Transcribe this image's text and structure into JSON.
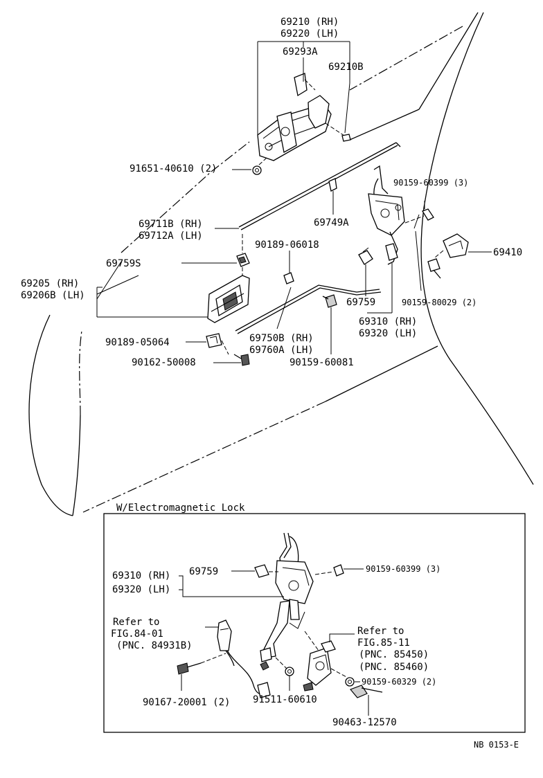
{
  "labels": {
    "p69210": "69210 (RH)",
    "p69220": "69220 (LH)",
    "p69293A": "69293A",
    "p69210B": "69210B",
    "p91651": "91651-40610 (2)",
    "p90159_60399": "90159-60399 (3)",
    "p69711B": "69711B (RH)",
    "p69712A": "69712A (LH)",
    "p69749A": "69749A",
    "p69410": "69410",
    "p90189_06018": "90189-06018",
    "p69759S": "69759S",
    "p69205": "69205  (RH)",
    "p69206B": "69206B (LH)",
    "p69759": "69759",
    "p90159_80029": "90159-80029 (2)",
    "p69310": "69310 (RH)",
    "p69320": "69320 (LH)",
    "p69750B": "69750B (RH)",
    "p69760A": "69760A (LH)",
    "p90189_05064": "90189-05064",
    "p90162_50008": "90162-50008",
    "p90159_60081": "90159-60081"
  },
  "inset": {
    "title": "W/Electromagnetic Lock",
    "p69759": "69759",
    "p90159_60399": "90159-60399 (3)",
    "p69310": "69310 (RH)",
    "p69320": "69320 (LH)",
    "refer1_line1": "Refer to",
    "refer1_line2": "FIG.84-01",
    "refer1_line3": "(PNC. 84931B)",
    "refer2_line1": "Refer to",
    "refer2_line2": "FIG.85-11",
    "refer2_line3": "(PNC. 85450)",
    "refer2_line4": "(PNC. 85460)",
    "p90159_60329": "90159-60329 (2)",
    "p90167": "90167-20001 (2)",
    "p91511": "91511-60610",
    "p90463": "90463-12570"
  },
  "footer": {
    "code": "NB 0153-E"
  }
}
